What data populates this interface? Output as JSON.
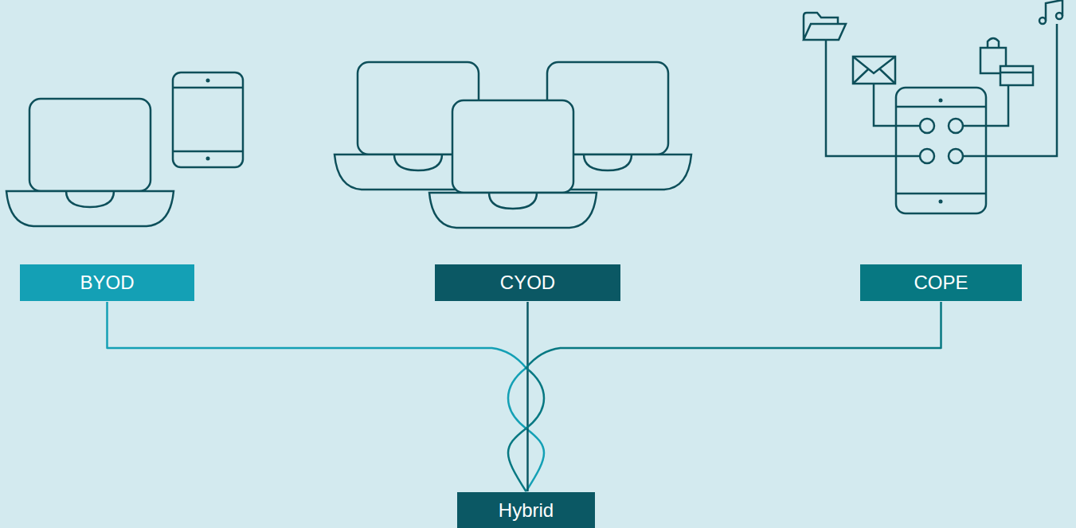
{
  "diagram": {
    "nodes": [
      {
        "text": [
          "BYOD"
        ]
      },
      {
        "text": [
          "CYOD"
        ]
      },
      {
        "text": [
          "COPE"
        ]
      },
      {
        "text": [
          "Hybrid"
        ]
      }
    ],
    "edges": [
      {
        "from": 0,
        "to": 3,
        "arrow": "none"
      },
      {
        "from": 1,
        "to": 3,
        "arrow": "none"
      },
      {
        "from": 2,
        "to": 3,
        "arrow": "none"
      }
    ]
  }
}
